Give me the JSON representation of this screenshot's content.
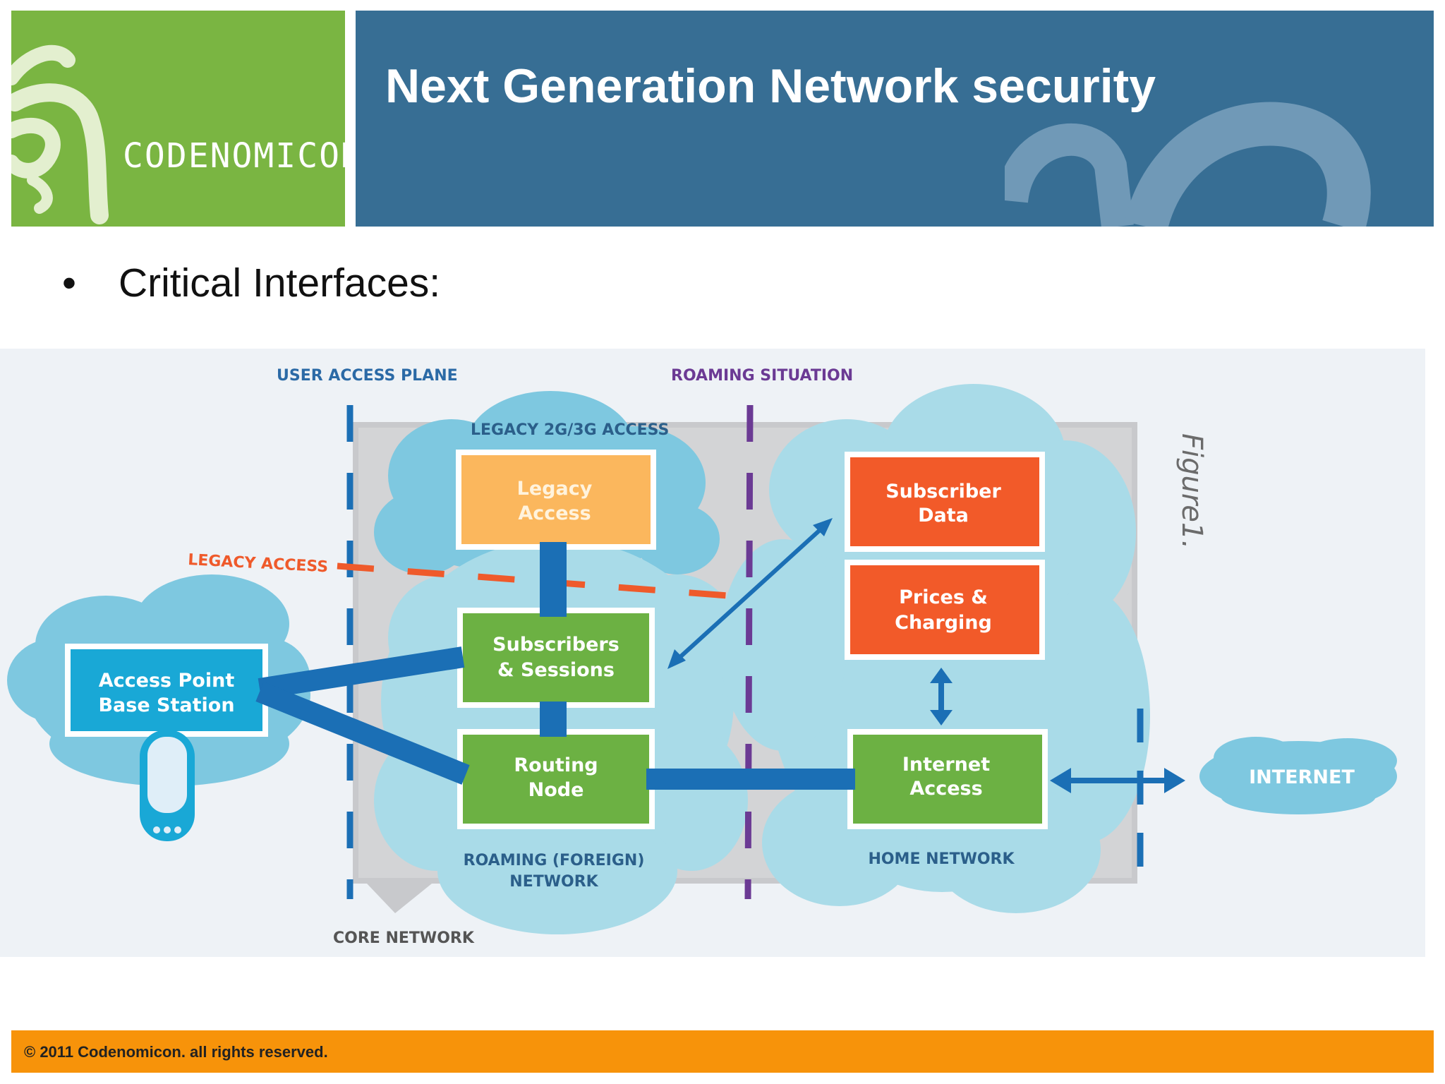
{
  "logo": {
    "name": "CODENOMICON",
    "icon": "codenomicon-logo-icon"
  },
  "title": "Next Generation Network security",
  "bullet": {
    "marker": "•",
    "text": "Critical Interfaces:"
  },
  "diagram": {
    "labels": {
      "user_access_plane": "USER ACCESS PLANE",
      "roaming_situation": "ROAMING SITUATION",
      "legacy_2g3g_access": "LEGACY 2G/3G ACCESS",
      "legacy_access": "LEGACY ACCESS",
      "roaming_foreign_network_1": "ROAMING (FOREIGN)",
      "roaming_foreign_network_2": "NETWORK",
      "home_network": "HOME NETWORK",
      "core_network": "CORE NETWORK",
      "figure": "Figure1."
    },
    "nodes": {
      "legacy_access": [
        "Legacy",
        "Access"
      ],
      "subscriber_data": [
        "Subscriber",
        "Data"
      ],
      "prices_charging": [
        "Prices &",
        "Charging"
      ],
      "subscribers_sessions": [
        "Subscribers",
        "& Sessions"
      ],
      "access_point": [
        "Access Point",
        "Base Station"
      ],
      "routing_node": [
        "Routing",
        "Node"
      ],
      "internet_access": [
        "Internet",
        "Access"
      ],
      "internet": "INTERNET"
    },
    "colors": {
      "panel_bg": "#eef2f6",
      "core_gray": "#c8c9cc",
      "cloud": "#7ec8e0",
      "home_cloud": "#a9dbe8",
      "legacy_orange": "#fbb75d",
      "red_orange": "#f25a29",
      "green": "#6cb143",
      "cyan": "#19a8d6",
      "link_blue": "#1b6fb5",
      "dash_blue": "#1b6fb5",
      "dash_purple": "#6b3a94",
      "dash_red": "#ef5a2b"
    }
  },
  "footer": "© 2011 Codenomicon. all rights reserved."
}
